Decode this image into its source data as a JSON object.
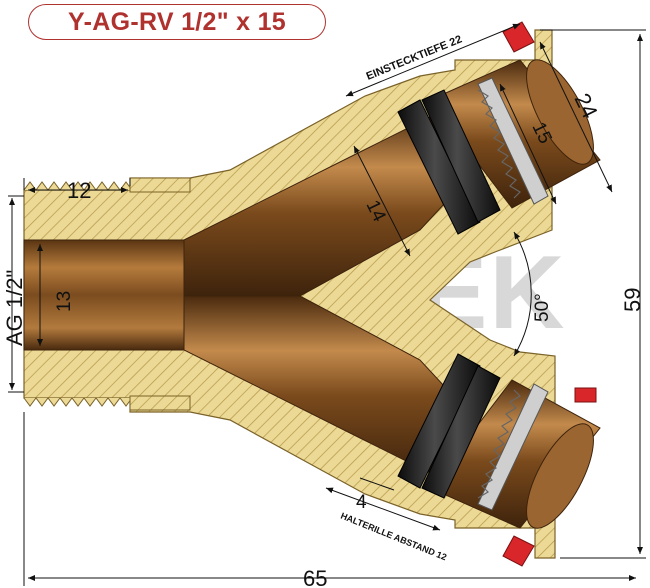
{
  "title": "Y-AG-RV 1/2\" x 15",
  "watermark": "EUROTEK",
  "dimensions": {
    "thread_length": "12",
    "thread_size": "AG 1/2\"",
    "inner_diameter": "13",
    "branch_inner": "14",
    "pipe_size": "15",
    "outer_size": "24",
    "angle": "50°",
    "height": "59",
    "length": "65",
    "insertion_depth": "EINSTECKTIEFE 22",
    "retainer_distance_value": "4",
    "retainer_distance": "HALTERILLE ABSTAND 12"
  },
  "colors": {
    "brass_body": "#e8d590",
    "hatch": "#b89b4a",
    "pipe_bronze": "#8a5a26",
    "pipe_dark": "#4a2a10",
    "pipe_light": "#c38a4c",
    "oring": "#1a1a1a",
    "red_clip": "#d8262a",
    "title_red": "#b0322f"
  }
}
